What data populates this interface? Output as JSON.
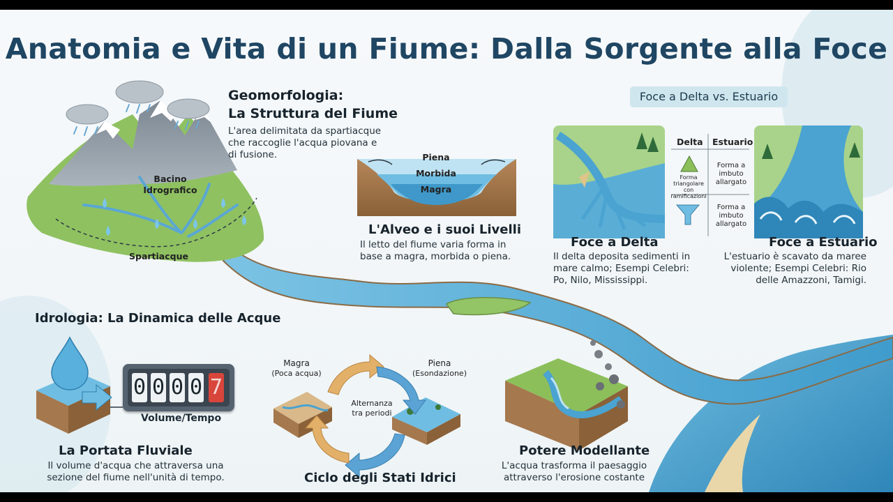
{
  "title": "Anatomia e Vita di un Fiume: Dalla Sorgente alla Foce",
  "geomorph": {
    "heading_line1": "Geomorfologia:",
    "heading_line2": "La Struttura del Fiume",
    "text": "L'area delimitata da spartiacque che raccoglie l'acqua piovana e di fusione.",
    "basin_label_line1": "Bacino",
    "basin_label_line2": "Idrografico",
    "watershed_label": "Spartiacque"
  },
  "alveo": {
    "levels": [
      "Piena",
      "Morbida",
      "Magra"
    ],
    "heading": "L'Alveo e i suoi Livelli",
    "text": "Il letto del fiume varia forma in base a magra, morbida o piena."
  },
  "mouths": {
    "pill": "Foce a Delta vs. Estuario",
    "table": {
      "col_delta": "Delta",
      "col_estuary": "Estuario",
      "delta_desc": "Forma triangolare con ramificazioni",
      "estuary_desc_1": "Forma a imbuto allargato",
      "estuary_desc_2": "Forma a imbuto allargato"
    },
    "delta_heading": "Foce a Delta",
    "delta_text": "Il delta deposita sedimenti in mare calmo; Esempi Celebri: Po, Nilo, Mississippi.",
    "estuary_heading": "Foce a Estuario",
    "estuary_text": "L'estuario è scavato da maree violente; Esempi Celebri: Rio delle Amazzoni, Tamigi."
  },
  "hydro": {
    "heading": "Idrologia: La Dinamica delle Acque",
    "gauge_digits": [
      "0",
      "0",
      "0",
      "0"
    ],
    "gauge_last_digit": "7",
    "volume_label": "Volume/Tempo",
    "flow_heading": "La Portata Fluviale",
    "flow_text": "Il volume d'acqua che attraversa una sezione del fiume nell'unità di tempo.",
    "cycle_magra_line1": "Magra",
    "cycle_magra_line2": "(Poca acqua)",
    "cycle_piena_line1": "Piena",
    "cycle_piena_line2": "(Esondazione)",
    "cycle_center_line1": "Alternanza",
    "cycle_center_line2": "tra periodi",
    "cycle_heading": "Ciclo degli Stati Idrici",
    "erosion_heading": "Potere Modellante",
    "erosion_text": "L'acqua trasforma il paesaggio attraverso l'erosione costante"
  },
  "colors": {
    "title": "#1f4663",
    "water": "#4aa3d1",
    "water_light": "#9fd3ea",
    "land_green": "#8cbf5a",
    "soil": "#a5784d",
    "cycle_arrow_orange": "#e3b06a",
    "cycle_arrow_blue": "#5aa3d4",
    "gauge_red": "#d8453b"
  }
}
